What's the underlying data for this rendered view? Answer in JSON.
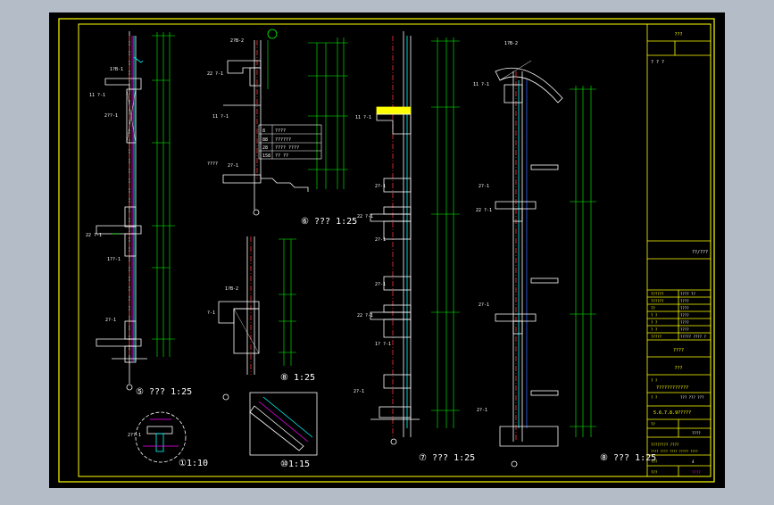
{
  "colors": {
    "frame_bg": "#b3bcc7",
    "paper": "#000000",
    "border": "#ffff00",
    "line_green": "#00ff00",
    "line_white": "#ffffff",
    "line_yellow": "#ffff00",
    "line_cyan": "#00ffff",
    "line_magenta": "#ff00ff",
    "line_red": "#ff3030",
    "line_blue": "#3060ff"
  },
  "title_block": {
    "header": "???",
    "top_note": "? ? ?",
    "mid_note": "??/???",
    "row_labels": [
      "??????",
      "??????",
      "??",
      "? ?",
      "? ?",
      "? ?",
      "?????"
    ],
    "row_values": [
      "???? ??",
      "????",
      "????",
      "????",
      "????",
      "????",
      "????? ???? ?"
    ],
    "drawing_name": "????",
    "drawing_sub": "???",
    "project_label": "? ?",
    "project_name": "????????????",
    "project_code": "??? ??? ???",
    "drawing_title": "5.6.7.8.9?????",
    "sheet_label": "? ?",
    "sheet_value": "??",
    "sheet_no": "????",
    "notes1": "???????? ????",
    "notes2": "???? ???? ???? ????? ????",
    "scale_label": "???",
    "scale_value": "4",
    "footer_label": "???",
    "footer_value": "????"
  },
  "details": [
    {
      "id": "section5",
      "label": "⑤ ???  1:25"
    },
    {
      "id": "section6",
      "label": "⑥ ???  1:25"
    },
    {
      "id": "section7",
      "label": "⑦ ???  1:25"
    },
    {
      "id": "section8",
      "label": "⑧ ???  1:25"
    },
    {
      "id": "detail8b",
      "label": "⑧ 1:25"
    },
    {
      "id": "detail1",
      "label": "①1:10"
    },
    {
      "id": "detail10",
      "label": "⑩1:15"
    }
  ],
  "legend6": [
    {
      "no": "8",
      "text": "????"
    },
    {
      "no": "88",
      "text": "??????"
    },
    {
      "no": "28",
      "text": "????   ????"
    },
    {
      "no": "158",
      "text": "??   ??"
    }
  ],
  "tags": {
    "t1": "2?B-2",
    "t2": "22 ?-1",
    "t3": "11 ?-1",
    "t4": "1?B-1",
    "t5": "11 ?-1",
    "t6": "2??-1",
    "t7": "22 ?-1",
    "t8": "1??-1",
    "t9": "2?-1",
    "t10": "????",
    "t11": "2?-1",
    "t12": "1?B-2",
    "t13": "11 ?-1",
    "t14": "2?-1",
    "t15": "22 ?-1",
    "t16": "2?-1",
    "t17": "2?-1",
    "t18": "22 ?-1",
    "t19": "1? ?-1",
    "t20": "2?-1",
    "t21": "22 ?-1",
    "t22": "2?-1",
    "t23": "2?-1",
    "t24": "2?-1",
    "t25": "1?B-2",
    "t26": "2??-1",
    "t27": "11 ?-1",
    "t28": "?-1"
  }
}
